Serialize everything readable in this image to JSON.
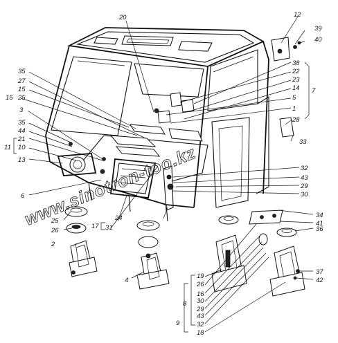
{
  "watermark": "www.sinotron-too.kz",
  "labels": {
    "l1": "1",
    "l2": "2",
    "l3": "3",
    "l4": "4",
    "l5": "5",
    "l6": "6",
    "l7": "7",
    "l8": "8",
    "l9": "9",
    "l10": "10",
    "l11": "11",
    "l12": "12",
    "l13": "13",
    "l14": "14",
    "l15": "15",
    "l15b": "15",
    "l16": "16",
    "l17": "17",
    "l18": "18",
    "l19": "19",
    "l20": "20",
    "l21": "21",
    "l22": "22",
    "l23": "23",
    "l24": "24",
    "l25": "25",
    "l25b": "25",
    "l26": "26",
    "l26b": "26",
    "l27": "27",
    "l28": "28",
    "l29": "29",
    "l29b": "29",
    "l30": "30",
    "l30b": "30",
    "l31": "31",
    "l32": "32",
    "l32b": "32",
    "l33": "33",
    "l34": "34",
    "l35": "35",
    "l35b": "35",
    "l36": "36",
    "l37": "37",
    "l38": "38",
    "l39": "39",
    "l40": "40",
    "l41": "41",
    "l42": "42",
    "l43": "43",
    "l43b": "43",
    "l44": "44"
  }
}
